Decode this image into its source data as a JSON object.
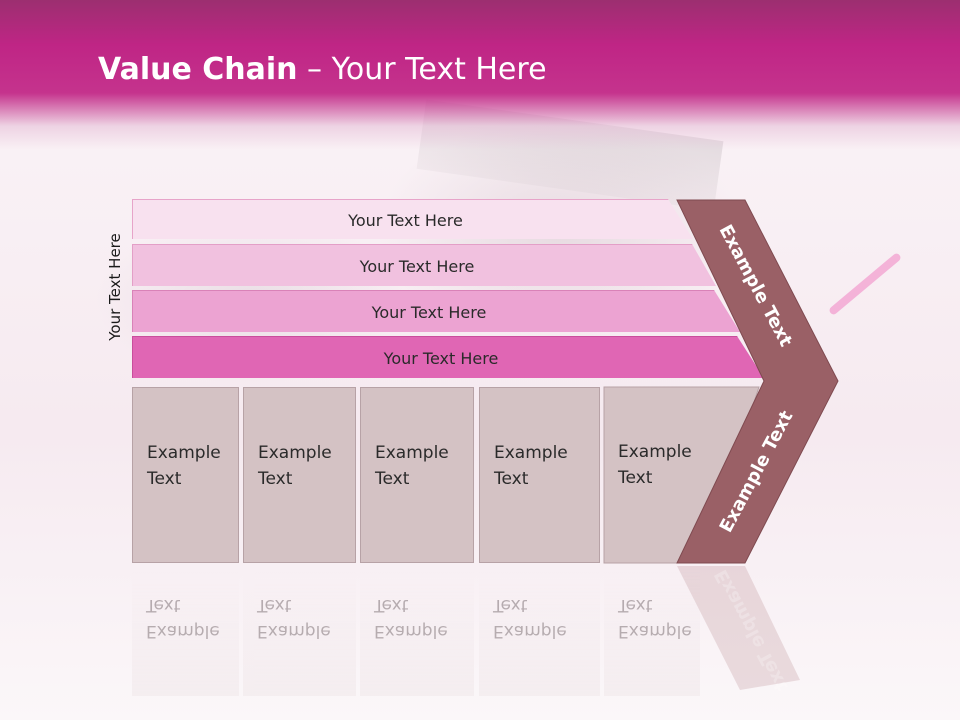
{
  "slide": {
    "title_bold": "Value Chain",
    "title_rest": " – Your Text Here",
    "side_label": "Your Text Here",
    "rows": [
      "Your Text Here",
      "Your Text Here",
      "Your Text Here",
      "Your Text Here"
    ],
    "columns": [
      {
        "line1": "Example",
        "line2": "Text"
      },
      {
        "line1": "Example",
        "line2": "Text"
      },
      {
        "line1": "Example",
        "line2": "Text"
      },
      {
        "line1": "Example",
        "line2": "Text"
      },
      {
        "line1": "Example",
        "line2": "Text"
      }
    ],
    "arrow_upper_label": "Example Text",
    "arrow_lower_label": "Example Text",
    "colors": {
      "header": "#c5338d",
      "arrow": "#9a6066",
      "column_fill": "#d4c2c4",
      "row_dark": "#e066b4"
    }
  }
}
